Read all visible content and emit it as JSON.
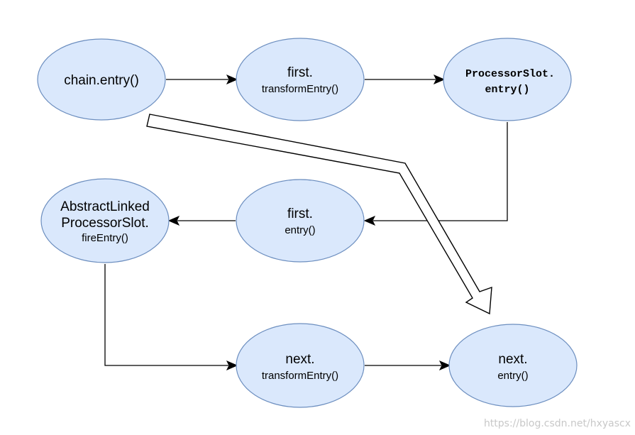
{
  "diagram": {
    "nodes": {
      "chain_entry": {
        "lines": [
          "chain.entry()"
        ]
      },
      "first_transform": {
        "lines": [
          "first.",
          "transformEntry()"
        ]
      },
      "processor_slot_entry": {
        "lines": [
          "ProcessorSlot.",
          "entry()"
        ]
      },
      "first_entry": {
        "lines": [
          "first.",
          "entry()"
        ]
      },
      "abstract_fire": {
        "lines": [
          "AbstractLinked",
          "ProcessorSlot.",
          "fireEntry()"
        ]
      },
      "next_transform": {
        "lines": [
          "next.",
          "transformEntry()"
        ]
      },
      "next_entry": {
        "lines": [
          "next.",
          "entry()"
        ]
      }
    },
    "edges": [
      {
        "from": "chain.entry()",
        "to": "first.transformEntry()"
      },
      {
        "from": "first.transformEntry()",
        "to": "ProcessorSlot.entry()"
      },
      {
        "from": "ProcessorSlot.entry()",
        "to": "first.entry()"
      },
      {
        "from": "first.entry()",
        "to": "AbstractLinkedProcessorSlot.fireEntry()"
      },
      {
        "from": "AbstractLinkedProcessorSlot.fireEntry()",
        "to": "next.transformEntry()"
      },
      {
        "from": "next.transformEntry()",
        "to": "next.entry()"
      },
      {
        "from": "chain.entry()",
        "to": "next.entry()",
        "style": "hollow-block-arrow"
      }
    ],
    "colors": {
      "node_fill": "#dae8fc",
      "node_stroke": "#6c8ebf",
      "edge": "#000000"
    }
  },
  "watermark": "https://blog.csdn.net/hxyascx"
}
